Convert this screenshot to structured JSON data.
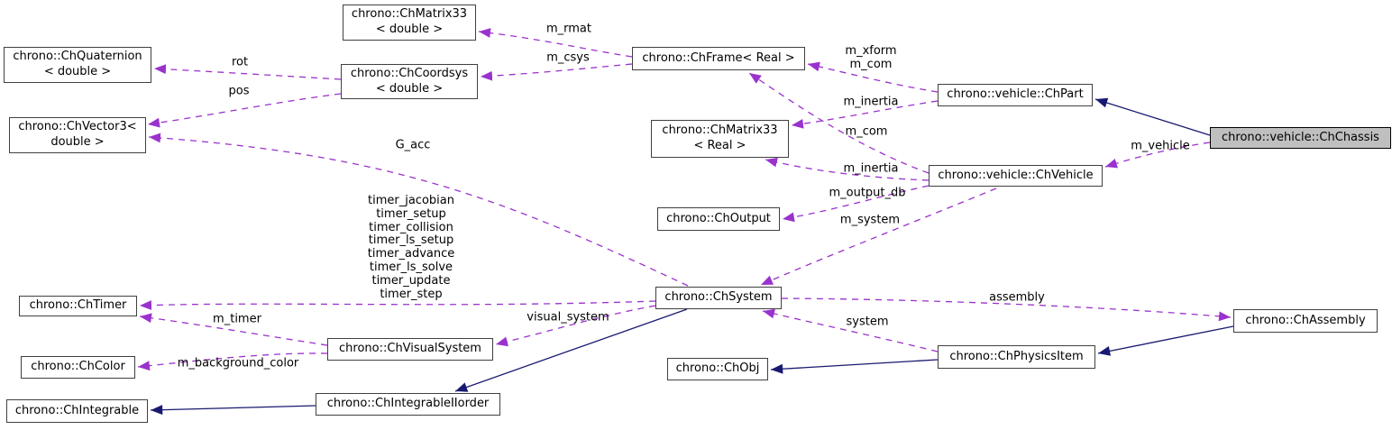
{
  "nodes": {
    "matrix33_double": {
      "label": "chrono::ChMatrix33\n< double >"
    },
    "quaternion": {
      "label": "chrono::ChQuaternion\n< double >"
    },
    "coordsys": {
      "label": "chrono::ChCoordsys\n< double >"
    },
    "vector3": {
      "label": "chrono::ChVector3<\ndouble >"
    },
    "frame": {
      "label": "chrono::ChFrame< Real >"
    },
    "matrix33_real": {
      "label": "chrono::ChMatrix33\n< Real >"
    },
    "part": {
      "label": "chrono::vehicle::ChPart"
    },
    "chassis": {
      "label": "chrono::vehicle::ChChassis"
    },
    "vehicle": {
      "label": "chrono::vehicle::ChVehicle"
    },
    "output": {
      "label": "chrono::ChOutput"
    },
    "system": {
      "label": "chrono::ChSystem"
    },
    "timer": {
      "label": "chrono::ChTimer"
    },
    "visual_system": {
      "label": "chrono::ChVisualSystem"
    },
    "color": {
      "label": "chrono::ChColor"
    },
    "integrable": {
      "label": "chrono::ChIntegrable"
    },
    "integrable_ii": {
      "label": "chrono::ChIntegrableIIorder"
    },
    "obj": {
      "label": "chrono::ChObj"
    },
    "physics_item": {
      "label": "chrono::ChPhysicsItem"
    },
    "assembly": {
      "label": "chrono::ChAssembly"
    }
  },
  "edge_labels": {
    "rot": "rot",
    "pos": "pos",
    "g_acc": "G_acc",
    "m_rmat": "m_rmat",
    "m_csys": "m_csys",
    "m_xform_m_com": "m_xform\nm_com",
    "m_inertia_part": "m_inertia",
    "m_com_vehicle": "m_com",
    "m_inertia_vehicle": "m_inertia",
    "m_output_db": "m_output_db",
    "m_system": "m_system",
    "m_vehicle": "m_vehicle",
    "timers": "timer_jacobian\ntimer_setup\ntimer_collision\ntimer_ls_setup\ntimer_advance\ntimer_ls_solve\ntimer_update\ntimer_step",
    "m_timer": "m_timer",
    "m_background_color": "m_background_color",
    "visual_system": "visual_system",
    "system": "system",
    "assembly": "assembly"
  },
  "colors": {
    "member_edge": "#9a32cd",
    "inheritance_edge": "#191970",
    "node_fill": "#ffffff",
    "node_border": "#404040",
    "highlight_fill": "#bfbfbf",
    "highlight_border": "#000000"
  }
}
